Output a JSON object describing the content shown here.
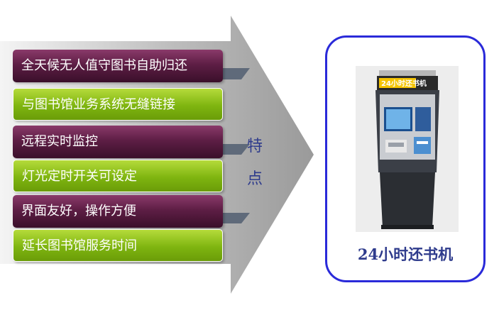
{
  "features": [
    {
      "label": "全天候无人值守图书自助归还",
      "style": "purple"
    },
    {
      "label": "与图书馆业务系统无缝链接",
      "style": "green"
    },
    {
      "label": "远程实时监控",
      "style": "purple"
    },
    {
      "label": "灯光定时开关可设定",
      "style": "green"
    },
    {
      "label": "界面友好，操作方便",
      "style": "purple"
    },
    {
      "label": "延长图书馆服务时间",
      "style": "green"
    }
  ],
  "side_label": {
    "line1": "特",
    "line2": "点"
  },
  "product": {
    "name": "24小时还书机",
    "kiosk_brand": "24小时还书机"
  },
  "colors": {
    "purple": "#5e1e45",
    "green": "#7fb510",
    "panel_border": "#2a2ad9",
    "text_blue": "#2e3b8c",
    "arrow_gray": "#9a9a9a"
  }
}
